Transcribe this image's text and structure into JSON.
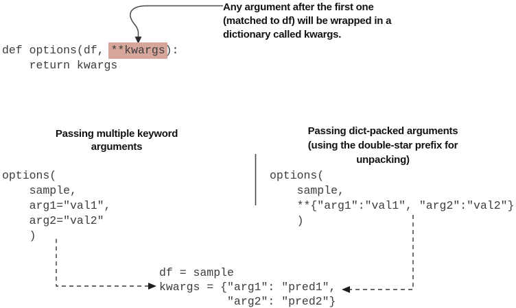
{
  "colors": {
    "highlight": "#d7a69a",
    "line": "#474747",
    "code_text": "#3c3c3c"
  },
  "annotation": {
    "lines": [
      "Any argument after the first one",
      "(matched to df) will be wrapped in a",
      "dictionary called kwargs."
    ]
  },
  "definition_code": {
    "line1_before": "def options(df, ",
    "line1_highlighted": "**kwargs",
    "line1_after": "):",
    "line2": "    return kwargs"
  },
  "left_example": {
    "heading_lines": [
      "Passing multiple keyword",
      "arguments"
    ],
    "code": "options(\n    sample,\n    arg1=\"val1\",\n    arg2=\"val2\"\n    )"
  },
  "right_example": {
    "heading_lines": [
      "Passing dict-packed arguments",
      "(using the double-star prefix for",
      "unpacking)"
    ],
    "code": "options(\n    sample,\n    **{\"arg1\":\"val1\", \"arg2\":\"val2\"}\n    )"
  },
  "result_code": {
    "code": "df = sample\nkwargs = {\"arg1\": \"pred1\",\n          \"arg2\": \"pred2\"}"
  }
}
